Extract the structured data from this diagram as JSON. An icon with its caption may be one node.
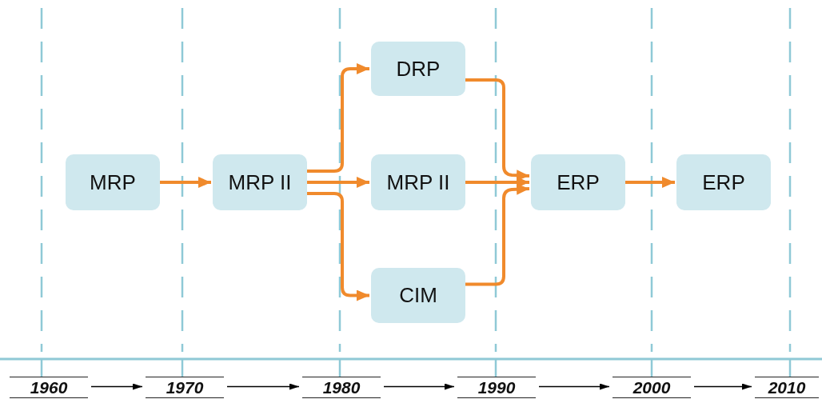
{
  "diagram": {
    "nodes": [
      {
        "text": [
          "MRP"
        ]
      },
      {
        "text": [
          "MRP II"
        ]
      },
      {
        "text": [
          "DRP"
        ]
      },
      {
        "text": [
          "MRP II"
        ]
      },
      {
        "text": [
          "CIM"
        ]
      },
      {
        "text": [
          "ERP"
        ]
      },
      {
        "text": [
          "ERP"
        ]
      },
      {
        "text": [
          "1960"
        ]
      },
      {
        "text": [
          "1970"
        ]
      },
      {
        "text": [
          "1980"
        ]
      },
      {
        "text": [
          "1990"
        ]
      },
      {
        "text": [
          "2000"
        ]
      },
      {
        "text": [
          "2010"
        ]
      }
    ],
    "edges": [
      {
        "from": 0,
        "to": 1,
        "arrow": "to"
      },
      {
        "from": 1,
        "to": 2,
        "arrow": "to"
      },
      {
        "from": 1,
        "to": 3,
        "arrow": "to"
      },
      {
        "from": 1,
        "to": 4,
        "arrow": "to"
      },
      {
        "from": 2,
        "to": 5,
        "arrow": "to"
      },
      {
        "from": 3,
        "to": 5,
        "arrow": "to"
      },
      {
        "from": 4,
        "to": 5,
        "arrow": "to"
      },
      {
        "from": 5,
        "to": 6,
        "arrow": "to"
      },
      {
        "from": 7,
        "to": 8,
        "arrow": "to",
        "color": "#000000"
      },
      {
        "from": 8,
        "to": 9,
        "arrow": "to",
        "color": "#000000"
      },
      {
        "from": 9,
        "to": 10,
        "arrow": "to",
        "color": "#000000"
      },
      {
        "from": 10,
        "to": 11,
        "arrow": "to",
        "color": "#000000"
      },
      {
        "from": 11,
        "to": 12,
        "arrow": "to",
        "color": "#000000"
      }
    ]
  }
}
